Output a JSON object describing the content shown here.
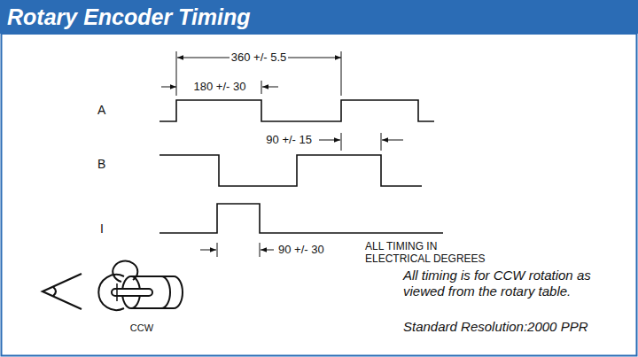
{
  "diagram": {
    "title": "Rotary Encoder Timing",
    "labels": [
      "360 +/- 5.5",
      "180 +/- 30",
      "A",
      "90 +/- 15",
      "B",
      "I",
      "90 +/- 30",
      "ALL TIMING IN ELECTRICAL DEGREES",
      "CCW",
      "All timing is for CCW rotation as viewed from the rotary table.",
      "Standard Resolution:2000 PPR"
    ]
  }
}
